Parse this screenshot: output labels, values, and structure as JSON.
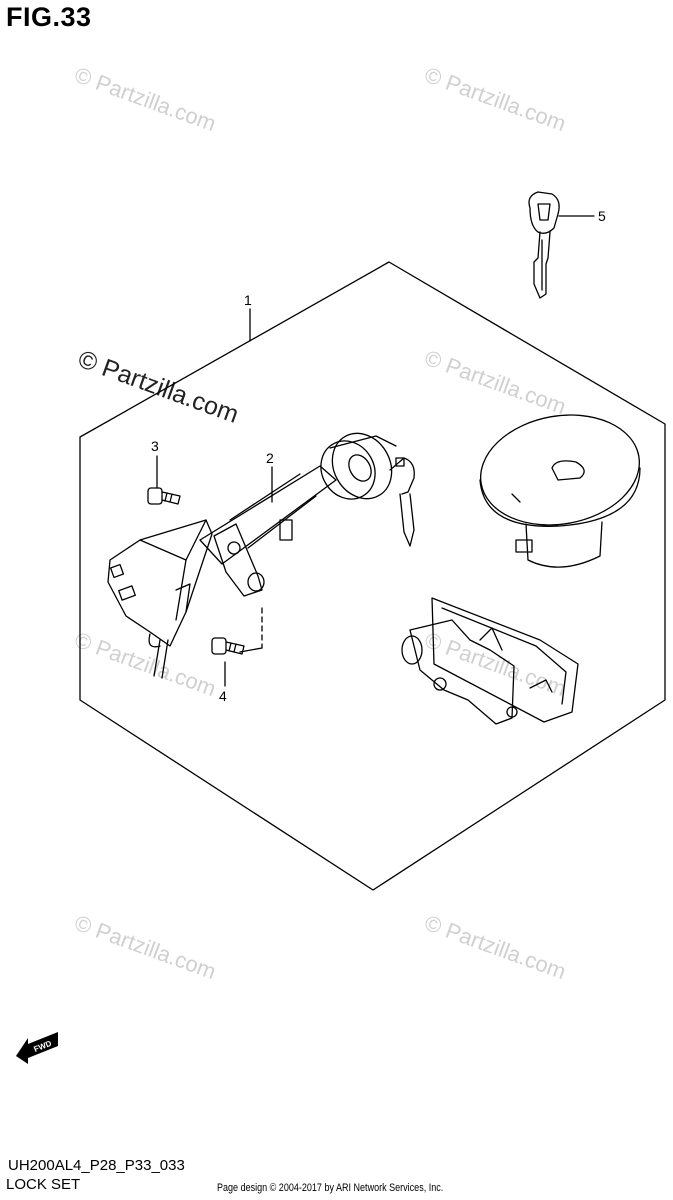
{
  "figure": {
    "title": "FIG.33"
  },
  "watermarks": {
    "light": "© Partzilla.com",
    "bold": "© Partzilla.com"
  },
  "callouts": [
    "1",
    "2",
    "3",
    "4",
    "5"
  ],
  "direction_indicator": {
    "label": "FWD",
    "icon": "fwd-arrow-icon"
  },
  "footer": {
    "code": "UH200AL4_P28_P33_033",
    "caption": "LOCK SET",
    "credit": "Page design © 2004-2017 by ARI Network Services, Inc."
  },
  "colors": {
    "ink": "#000000",
    "watermark": "#d0d0d0",
    "background": "#ffffff"
  }
}
